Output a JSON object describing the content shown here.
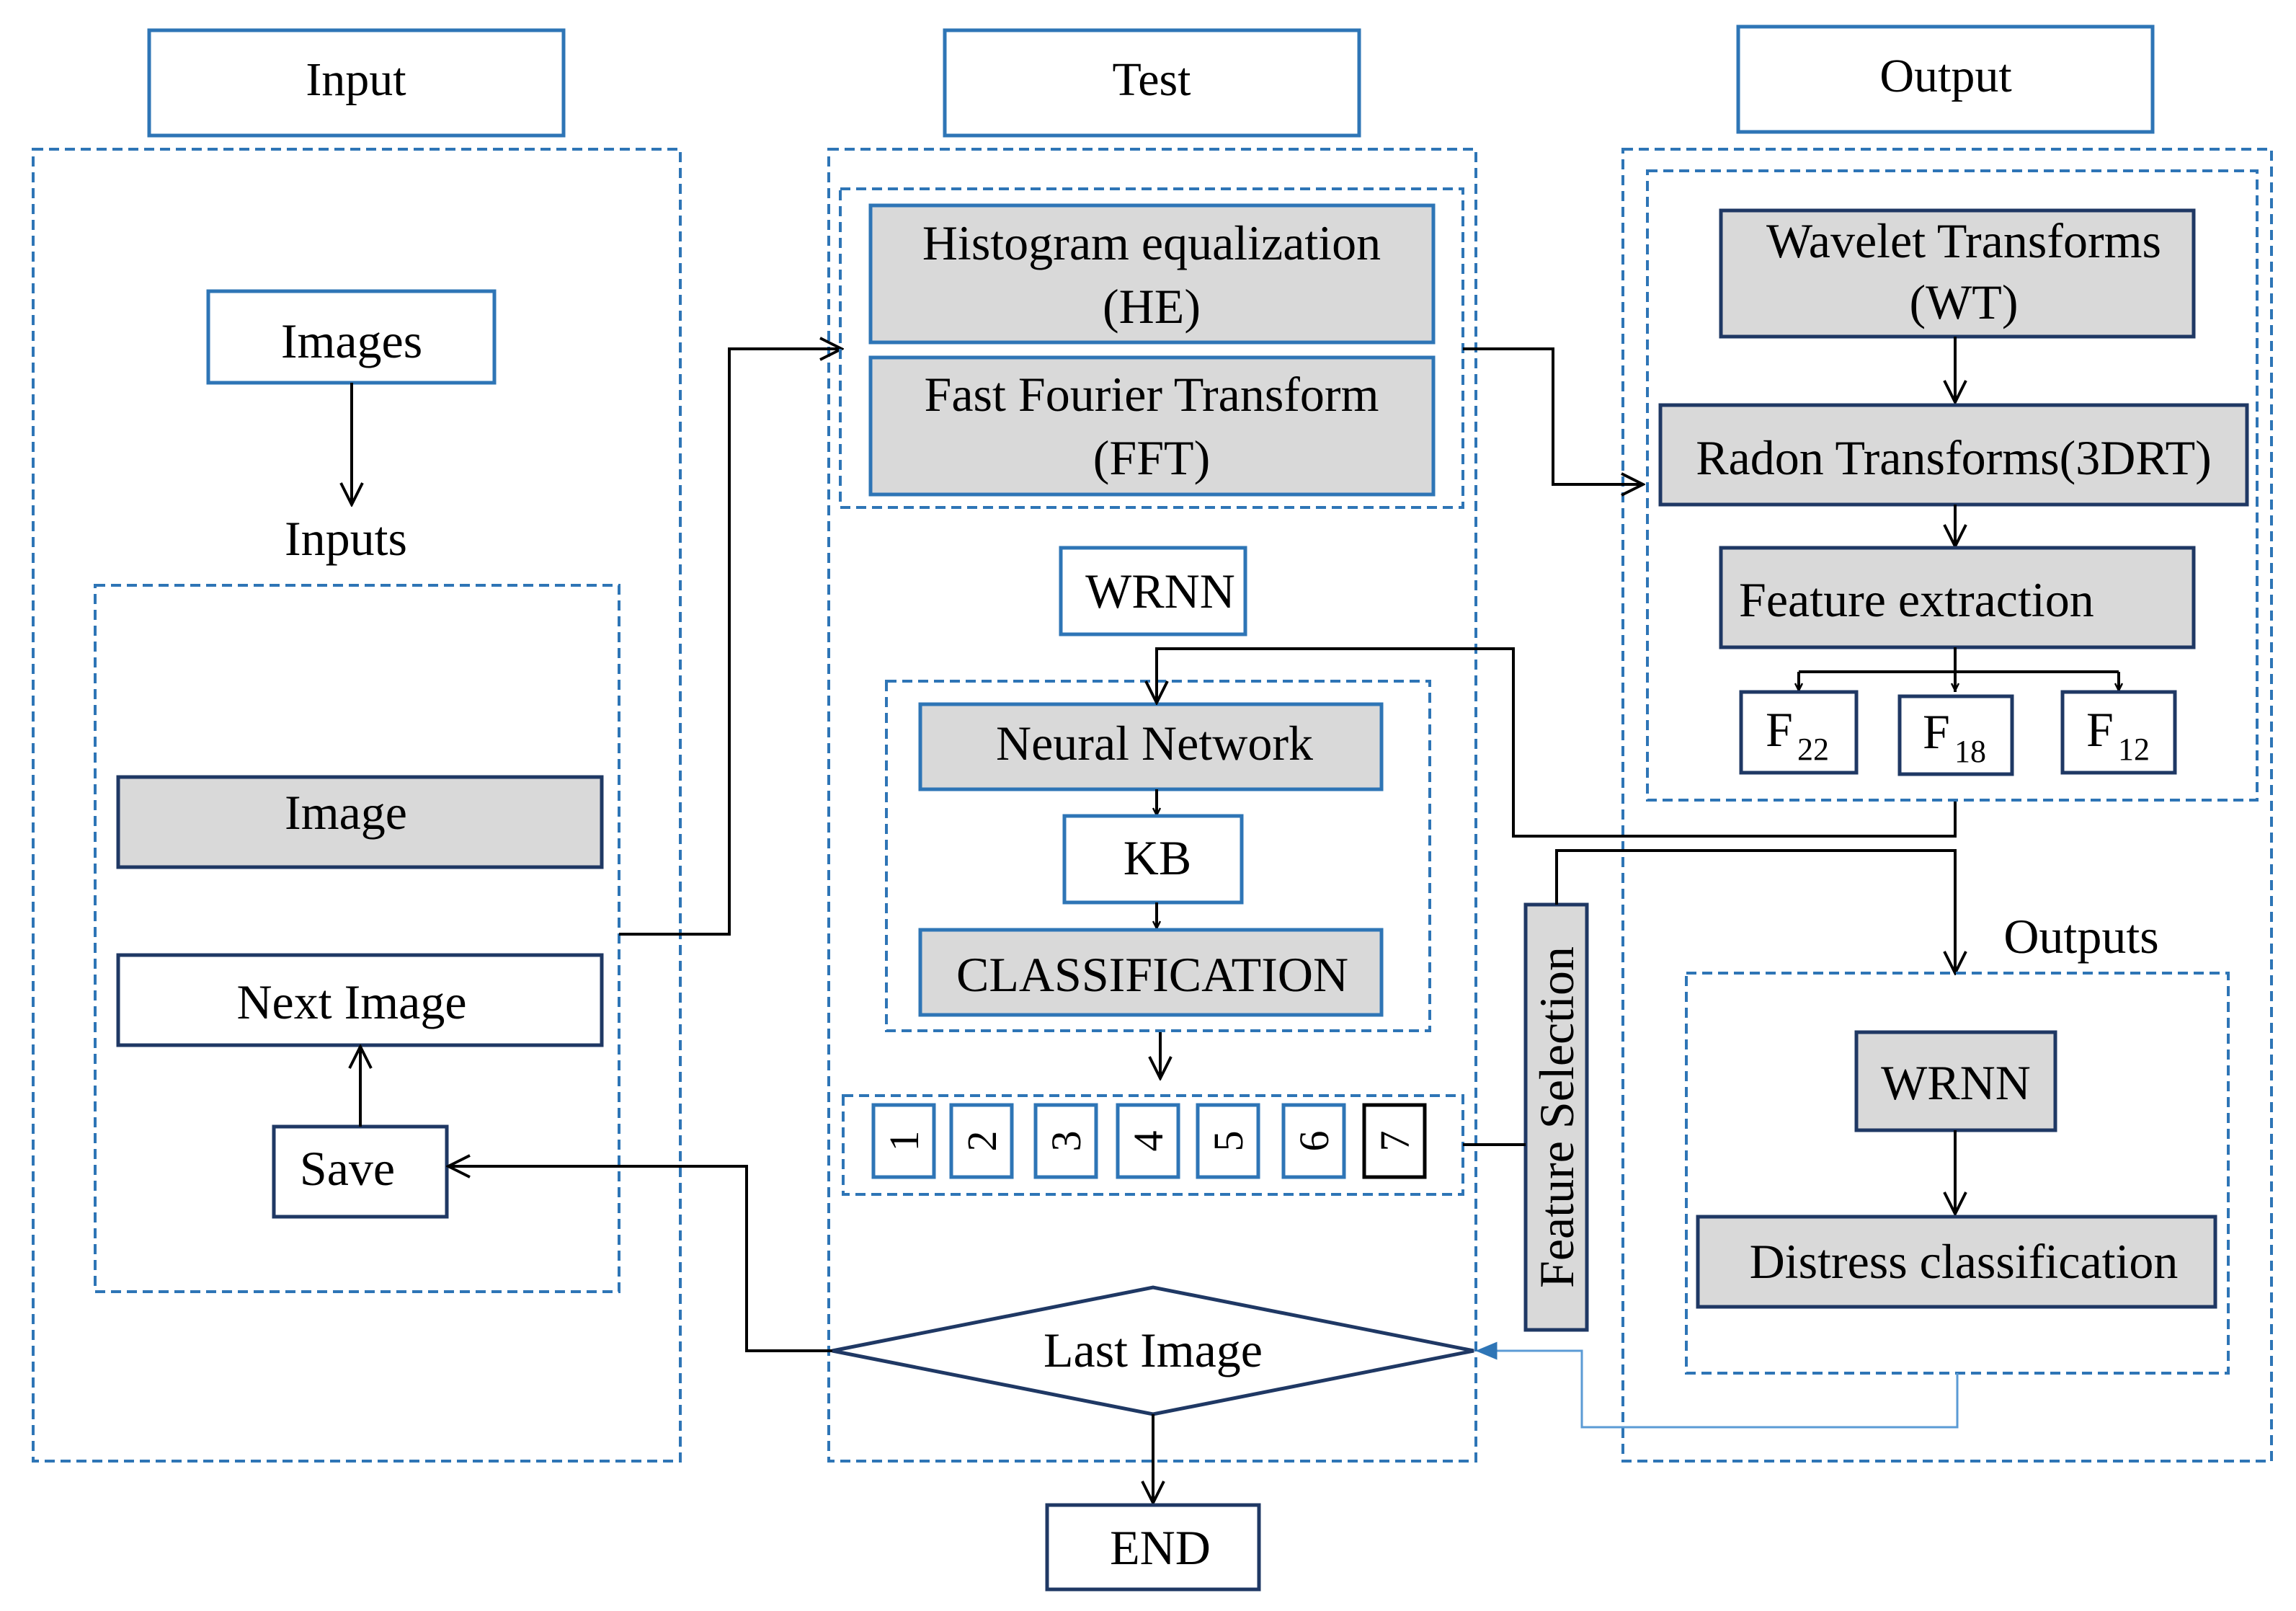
{
  "columns": {
    "input": "Input",
    "test": "Test",
    "output": "Output"
  },
  "input_panel": {
    "images": "Images",
    "inputs": "Inputs",
    "image": "Image",
    "next_image": "Next Image",
    "save": "Save"
  },
  "test_panel": {
    "he_line1": "Histogram equalization",
    "he_line2": "(HE)",
    "fft_line1": "Fast Fourier Transform",
    "fft_line2": "(FFT)",
    "wrnn": "WRNN",
    "neural_network": "Neural Network",
    "kb": "KB",
    "classification": "CLASSIFICATION",
    "classes": [
      "1",
      "2",
      "3",
      "4",
      "5",
      "6",
      "7"
    ],
    "last_image": "Last Image",
    "end": "END",
    "feature_selection": "Feature Selection"
  },
  "output_panel": {
    "wt_line1": "Wavelet Transforms",
    "wt_line2": "(WT)",
    "radon": "Radon Transforms(3DRT)",
    "feature_extraction": "Feature extraction",
    "features": [
      {
        "base": "F",
        "sub": "22"
      },
      {
        "base": "F",
        "sub": "18"
      },
      {
        "base": "F",
        "sub": "12"
      }
    ],
    "outputs": "Outputs",
    "wrnn": "WRNN",
    "distress": "Distress classification"
  },
  "colors": {
    "blue_border": "#2e75b6",
    "dark_border": "#1f3864",
    "gray_fill": "#d9d9d9",
    "feedback_line": "#5b9bd5"
  }
}
